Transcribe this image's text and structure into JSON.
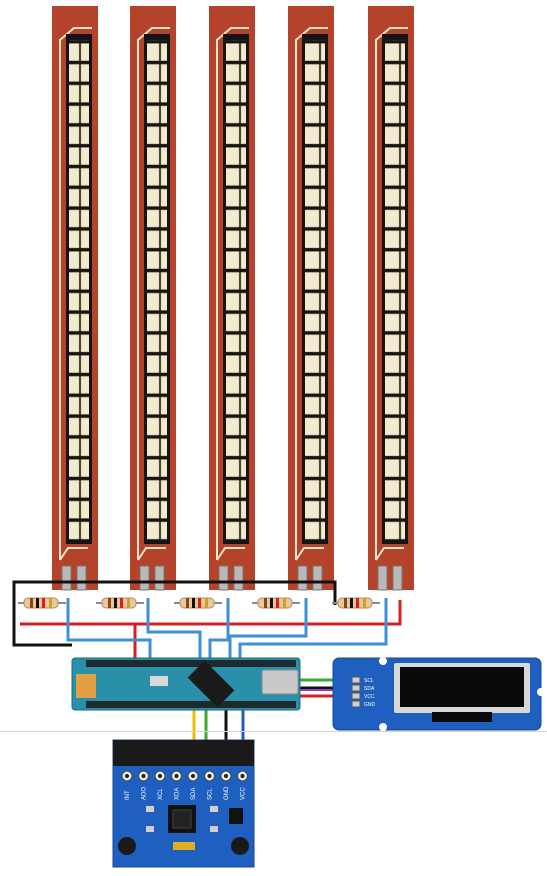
{
  "flex_sensors": [
    {
      "id": "flex-sensor-1"
    },
    {
      "id": "flex-sensor-2"
    },
    {
      "id": "flex-sensor-3"
    },
    {
      "id": "flex-sensor-4"
    },
    {
      "id": "flex-sensor-5"
    }
  ],
  "oled": {
    "pins": [
      "SCL",
      "SDA",
      "VCC",
      "GND"
    ]
  },
  "mpu": {
    "pins": [
      "INT",
      "ADO",
      "XCL",
      "XDA",
      "SDA",
      "SCL",
      "GND",
      "VCC"
    ]
  },
  "colors": {
    "sensor_body": "#b5422a",
    "sensor_cell": "#f3ebcf",
    "wire_blue": "#3d8fd6",
    "wire_red": "#d42020",
    "wire_black": "#111111",
    "wire_yellow": "#f2b800",
    "wire_green": "#3aa832",
    "wire_purple": "#9b3fb5",
    "board_teal": "#2a8fa8",
    "board_blue": "#1f5fbf"
  }
}
